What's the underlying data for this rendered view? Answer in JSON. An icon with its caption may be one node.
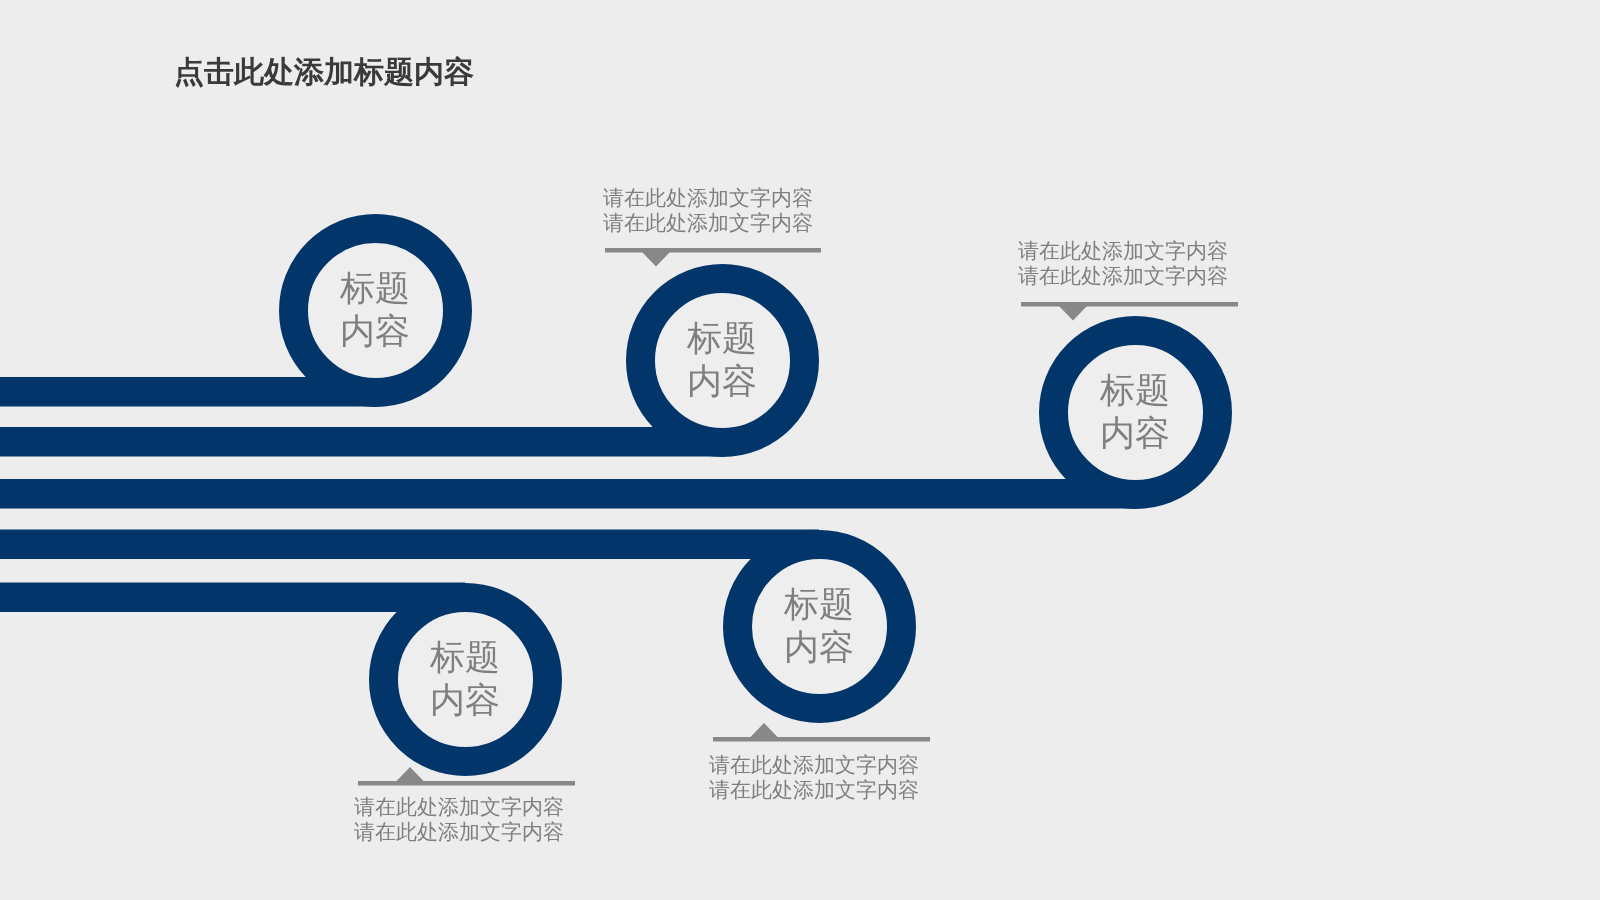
{
  "diagram": {
    "title": "点击此处添加标题内容",
    "nodes": [
      {
        "text": [
          "标题内容"
        ]
      },
      {
        "text": [
          "标题内容"
        ],
        "beside": [
          "请在此处添加文字内容请在此处添加文字内容"
        ]
      },
      {
        "text": [
          "标题内容"
        ],
        "beside": [
          "请在此处添加文字内容请在此处添加文字内容"
        ]
      },
      {
        "text": [
          "标题内容"
        ],
        "beside": [
          "请在此处添加文字内容请在此处添加文字内容"
        ]
      },
      {
        "text": [
          "标题内容"
        ],
        "beside": [
          "请在此处添加文字内容请在此处添加文字内容"
        ]
      }
    ],
    "edges": [
      {
        "from": null,
        "to": 0,
        "arrow": "none"
      },
      {
        "from": null,
        "to": 1,
        "arrow": "none"
      },
      {
        "from": null,
        "to": 2,
        "arrow": "none"
      },
      {
        "from": null,
        "to": 3,
        "arrow": "none"
      },
      {
        "from": null,
        "to": 4,
        "arrow": "none"
      }
    ]
  }
}
